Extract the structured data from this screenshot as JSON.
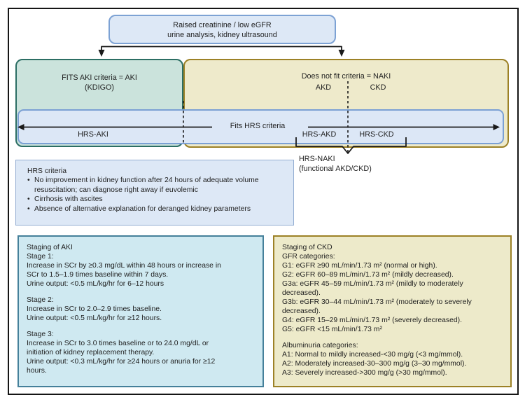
{
  "colors": {
    "top_box_fill": "#dde8f6",
    "top_box_border": "#7da2d4",
    "aki_box_fill": "#cbe3dc",
    "aki_box_border": "#2c6e64",
    "naki_box_fill": "#eeeacb",
    "naki_box_border": "#9c8126",
    "band_fill": "#dce7f6",
    "band_border": "#7ba0d4",
    "criteria_box_fill": "#dde8f6",
    "criteria_box_border": "#93add2",
    "aki_staging_fill": "#cfe9f1",
    "aki_staging_border": "#45809a",
    "ckd_staging_fill": "#edeaca",
    "ckd_staging_border": "#9c8126",
    "line_color": "#1a1a1a",
    "text_color": "#1f1f1f"
  },
  "figure": {
    "top_box": {
      "line1": "Raised creatinine / low eGFR",
      "line2": "urine analysis, kidney ultrasound"
    },
    "aki_box": {
      "line1": "FITS AKI criteria = AKI",
      "line2": "(KDIGO)"
    },
    "naki_box": {
      "title": "Does not fit criteria = NAKI",
      "akd": "AKD",
      "ckd": "CKD"
    },
    "hrs_band": {
      "hrs_aki": "HRS-AKI",
      "fits": "Fits HRS criteria",
      "hrs_akd": "HRS-AKD",
      "hrs_ckd": "HRS-CKD"
    },
    "hrs_naki": {
      "line1": "HRS-NAKI",
      "line2": "(functional AKD/CKD)"
    },
    "hrs_criteria": {
      "title": "HRS criteria",
      "bullets": [
        "No improvement in kidney function after 24 hours of adequate volume resuscitation; can diagnose right away if euvolemic",
        "Cirrhosis with ascites",
        "Absence of alternative explanation for deranged kidney parameters"
      ]
    },
    "aki_staging": {
      "paragraphs": [
        "Staging of AKI\nStage 1:\nIncrease in SCr by ≥0.3 mg/dL within 48 hours or increase in\nSCr to 1.5–1.9 times baseline within 7 days.\nUrine output: <0.5 mL/kg/hr for 6–12 hours",
        "Stage 2:\nIncrease in SCr to 2.0–2.9 times baseline.\nUrine output: <0.5 mL/kg/hr for ≥12 hours.",
        "Stage 3:\nIncrease in SCr to 3.0 times baseline or to 24.0 mg/dL or\ninitiation of kidney replacement therapy.\nUrine output: <0.3 mL/kg/hr for ≥24 hours or anuria for ≥12\nhours."
      ]
    },
    "ckd_staging": {
      "paragraphs": [
        "Staging of CKD\nGFR categories:\nG1: eGFR ≥90 mL/min/1.73 m² (normal or high).\nG2: eGFR 60–89 mL/min/1.73 m² (mildly decreased).\nG3a: eGFR 45–59 mL/min/1.73 m² (mildly to moderately\ndecreased).\nG3b: eGFR 30–44 mL/min/1.73 m² (moderately to severely\ndecreased).\nG4: eGFR 15–29 mL/min/1.73 m² (severely decreased).\nG5: eGFR <15 mL/min/1.73 m²",
        "Albuminuria categories:\nA1: Normal to mildly increased-<30 mg/g (<3 mg/mmol).\nA2: Moderately increased-30–300 mg/g (3–30 mg/mmol).\nA3: Severely increased->300 mg/g (>30 mg/mmol)."
      ]
    }
  }
}
